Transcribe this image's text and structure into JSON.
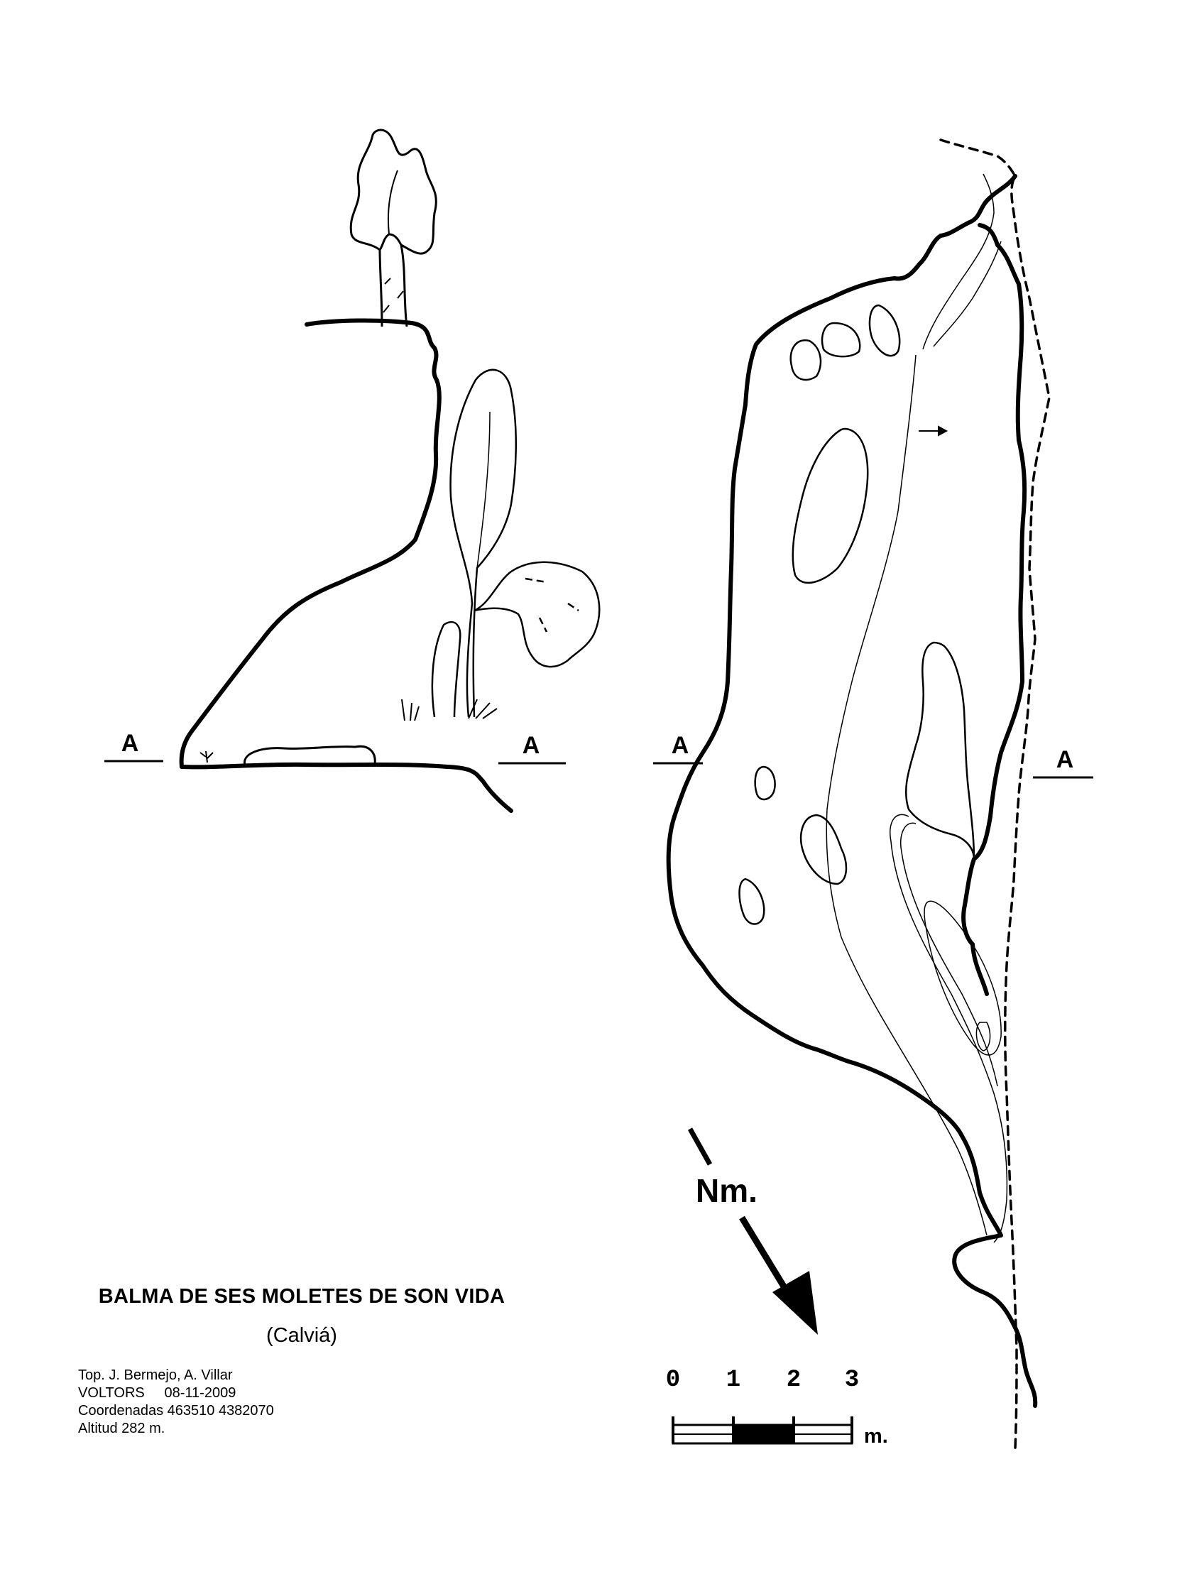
{
  "title": "BALMA DE SES MOLETES DE SON VIDA",
  "subtitle": "(Calviá)",
  "credits": [
    "Top. J. Bermejo, A. Villar",
    "VOLTORS     08-11-2009",
    "Coordenadas 463510 4382070",
    "Altitud 282 m."
  ],
  "section_labels": {
    "left_a": "A",
    "right_a": "A",
    "plan_left_a": "A",
    "plan_right_a": "A"
  },
  "north_label": "Nm.",
  "scale": {
    "ticks": [
      "0",
      "1",
      "2",
      "3"
    ],
    "unit": "m."
  }
}
